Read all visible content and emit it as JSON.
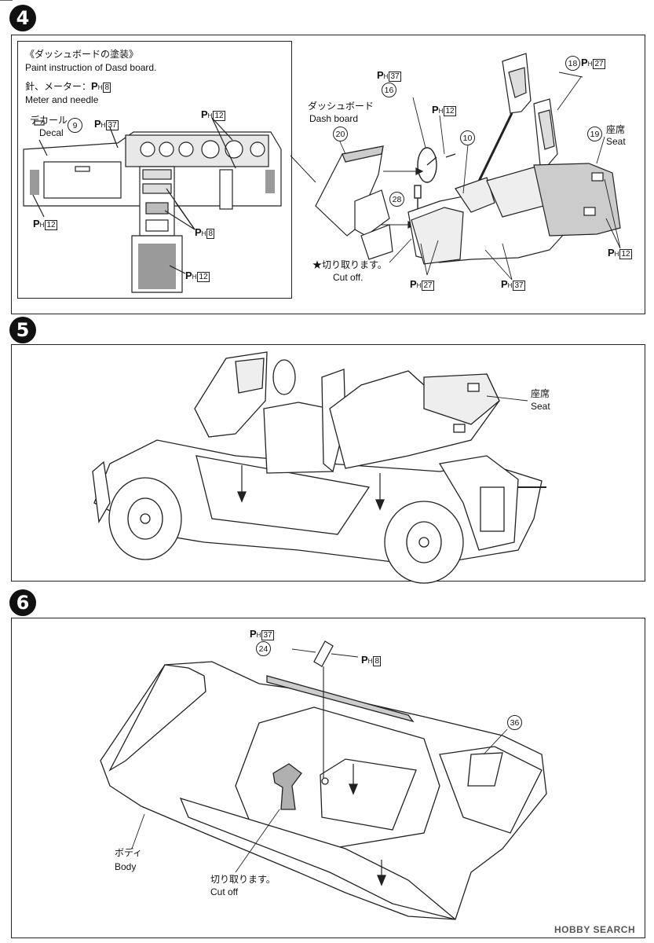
{
  "steps": {
    "s4": "4",
    "s5": "5",
    "s6": "6"
  },
  "step4": {
    "inset": {
      "title_jp": "《ダッシュボードの塗装》",
      "title_en": "Paint instruction of Dasd board.",
      "needle_jp": "針、メーター：",
      "needle_en": "Meter and needle",
      "decal_jp": "デカール",
      "decal_en": "Decal",
      "decal_num": "9"
    },
    "paint": {
      "p": "P",
      "h": "H",
      "c8": "8",
      "c12": "12",
      "c27": "27",
      "c37": "37"
    },
    "dash_jp": "ダッシュボード",
    "dash_en": "Dash board",
    "seat_jp": "座席",
    "seat_en": "Seat",
    "cutoff_jp": "★切り取ります。",
    "cutoff_en": "Cut off.",
    "parts": {
      "p10": "10",
      "p16": "16",
      "p18": "18",
      "p19": "19",
      "p20": "20",
      "p28": "28"
    }
  },
  "step5": {
    "seat_jp": "座席",
    "seat_en": "Seat"
  },
  "step6": {
    "body_jp": "ボディ",
    "body_en": "Body",
    "cutoff_jp": "切り取ります。",
    "cutoff_en": "Cut off",
    "parts": {
      "p24": "24",
      "p36": "36"
    }
  },
  "watermark": "HOBBY SEARCH"
}
